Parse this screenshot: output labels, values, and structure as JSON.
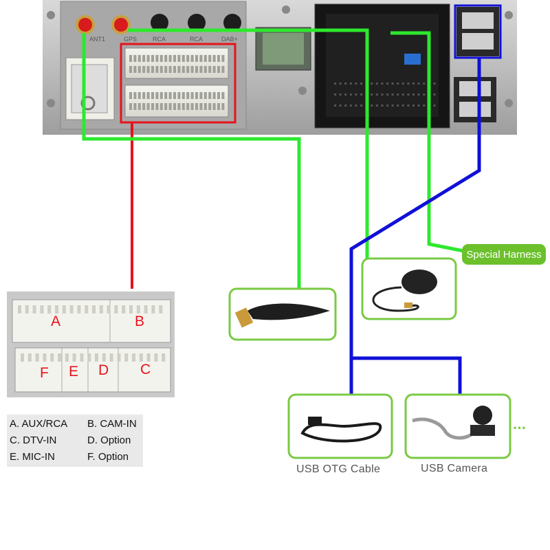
{
  "head_unit": {
    "port_labels": [
      "ANT1",
      "GPS",
      "RCA",
      "RCA",
      "DAB+"
    ]
  },
  "connector_letters": {
    "a": "A",
    "b": "B",
    "c": "C",
    "d": "D",
    "e": "E",
    "f": "F"
  },
  "legend": {
    "a": "A. AUX/RCA",
    "b": "B. CAM-IN",
    "c": "C. DTV-IN",
    "d": "D. Option",
    "e": "E. MIC-IN",
    "f": "F. Option"
  },
  "special_harness_label": "Special Harness",
  "captions": {
    "usb_otg": "USB OTG Cable",
    "usb_camera": "USB Camera",
    "more": "..."
  },
  "colors": {
    "red_line": "#e8121b",
    "green_line": "#2ee82e",
    "blue_line": "#1010d8",
    "box_border": "#7ac943",
    "pill": "#6bc02c"
  }
}
